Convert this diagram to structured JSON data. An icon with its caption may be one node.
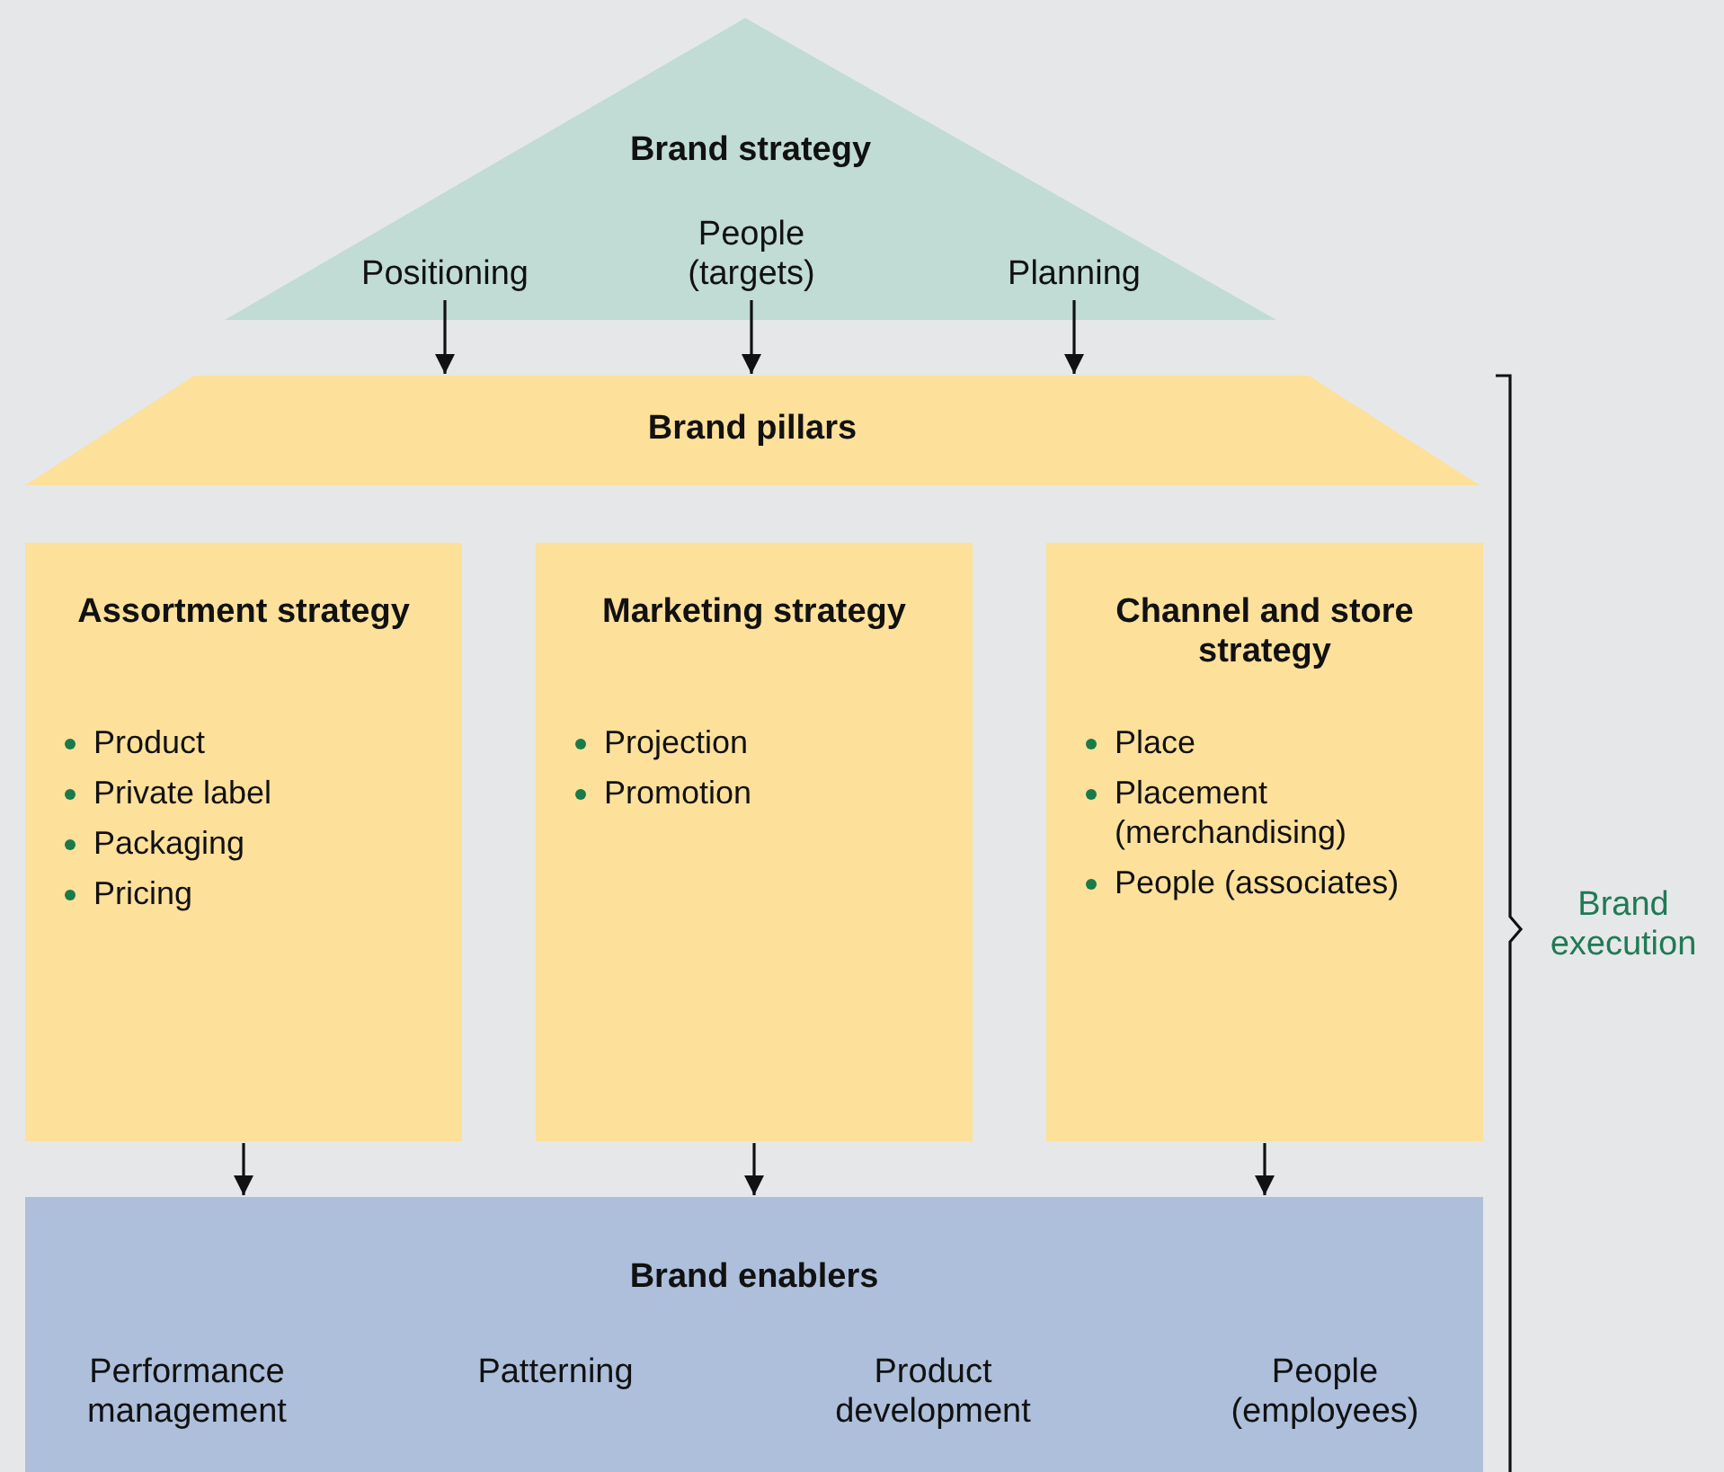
{
  "diagram": {
    "nodes": [
      {
        "text": [
          "Brand strategy"
        ]
      },
      {
        "text": [
          "Positioning"
        ],
        "in": 0
      },
      {
        "text": [
          "People (targets)"
        ],
        "in": 0
      },
      {
        "text": [
          "Planning"
        ],
        "in": 0
      },
      {
        "text": [
          "Brand pillars"
        ]
      },
      {
        "text": [
          "Assortment strategy",
          "Product",
          "Private label",
          "Packaging",
          "Pricing"
        ]
      },
      {
        "text": [
          "Marketing strategy",
          "Projection",
          "Promotion"
        ]
      },
      {
        "text": [
          "Channel and store strategy",
          "Place",
          "Placement (merchandising)",
          "People (associates)"
        ]
      },
      {
        "text": [
          "Brand enablers",
          "Performance management",
          "Patterning",
          "Product development",
          "People (employees)"
        ]
      }
    ],
    "edges": [
      {
        "from": 1,
        "to": 4,
        "arrow": "to"
      },
      {
        "from": 2,
        "to": 4,
        "arrow": "to"
      },
      {
        "from": 3,
        "to": 4,
        "arrow": "to"
      },
      {
        "from": 5,
        "to": 8,
        "arrow": "to"
      },
      {
        "from": 6,
        "to": 8,
        "arrow": "to"
      },
      {
        "from": 7,
        "to": 8,
        "arrow": "to"
      }
    ],
    "labels": [
      "Brand execution"
    ]
  }
}
